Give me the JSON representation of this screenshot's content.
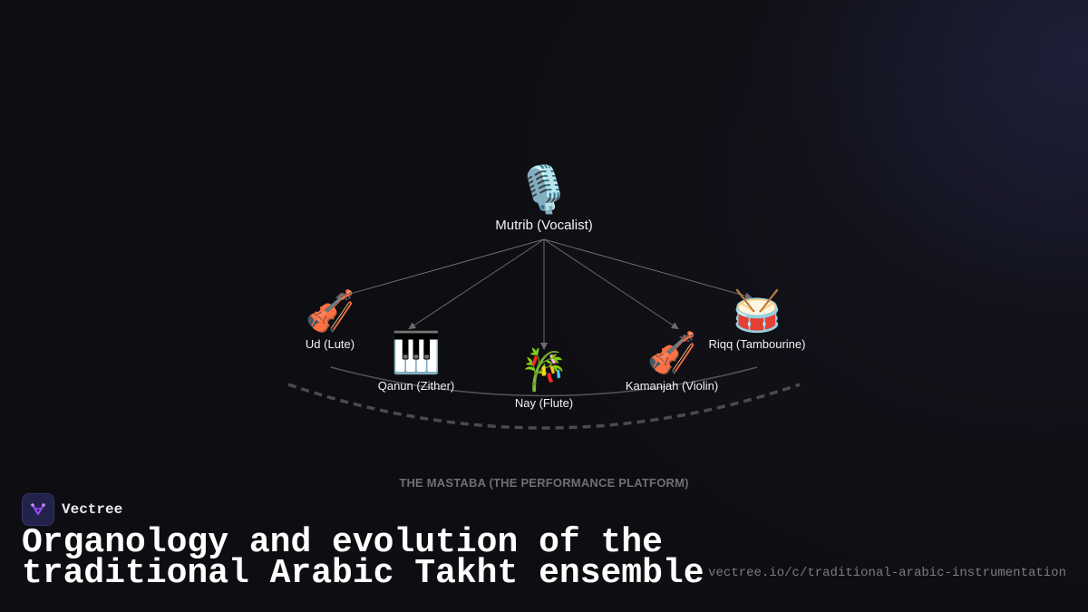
{
  "diagram": {
    "center": {
      "icon": "microphone-icon",
      "emoji": "🎙️",
      "label": "Mutrib (Vocalist)"
    },
    "instruments": [
      {
        "id": "ud",
        "icon": "violin-icon",
        "emoji": "🎻",
        "label": "Ud (Lute)"
      },
      {
        "id": "qanun",
        "icon": "piano-keyboard-icon",
        "emoji": "🎹",
        "label": "Qanun (Zither)"
      },
      {
        "id": "nay",
        "icon": "bamboo-icon",
        "emoji": "🎋",
        "label": "Nay (Flute)"
      },
      {
        "id": "kamanjah",
        "icon": "violin-icon",
        "emoji": "🎻",
        "label": "Kamanjah (Violin)"
      },
      {
        "id": "riqq",
        "icon": "drum-icon",
        "emoji": "🥁",
        "label": "Riqq (Tambourine)"
      }
    ],
    "platform_label": "THE MASTABA (THE PERFORMANCE PLATFORM)"
  },
  "brand": {
    "name": "Vectree",
    "icon": "vectree-logo-icon",
    "accent": "#9b4dff"
  },
  "title": "Organology and evolution of the traditional Arabic Takht ensemble",
  "url": "vectree.io/c/traditional-arabic-instrumentation",
  "colors": {
    "background": "#0e0e12",
    "connector": "#6b6b70",
    "platform": "#4a4a4f"
  }
}
